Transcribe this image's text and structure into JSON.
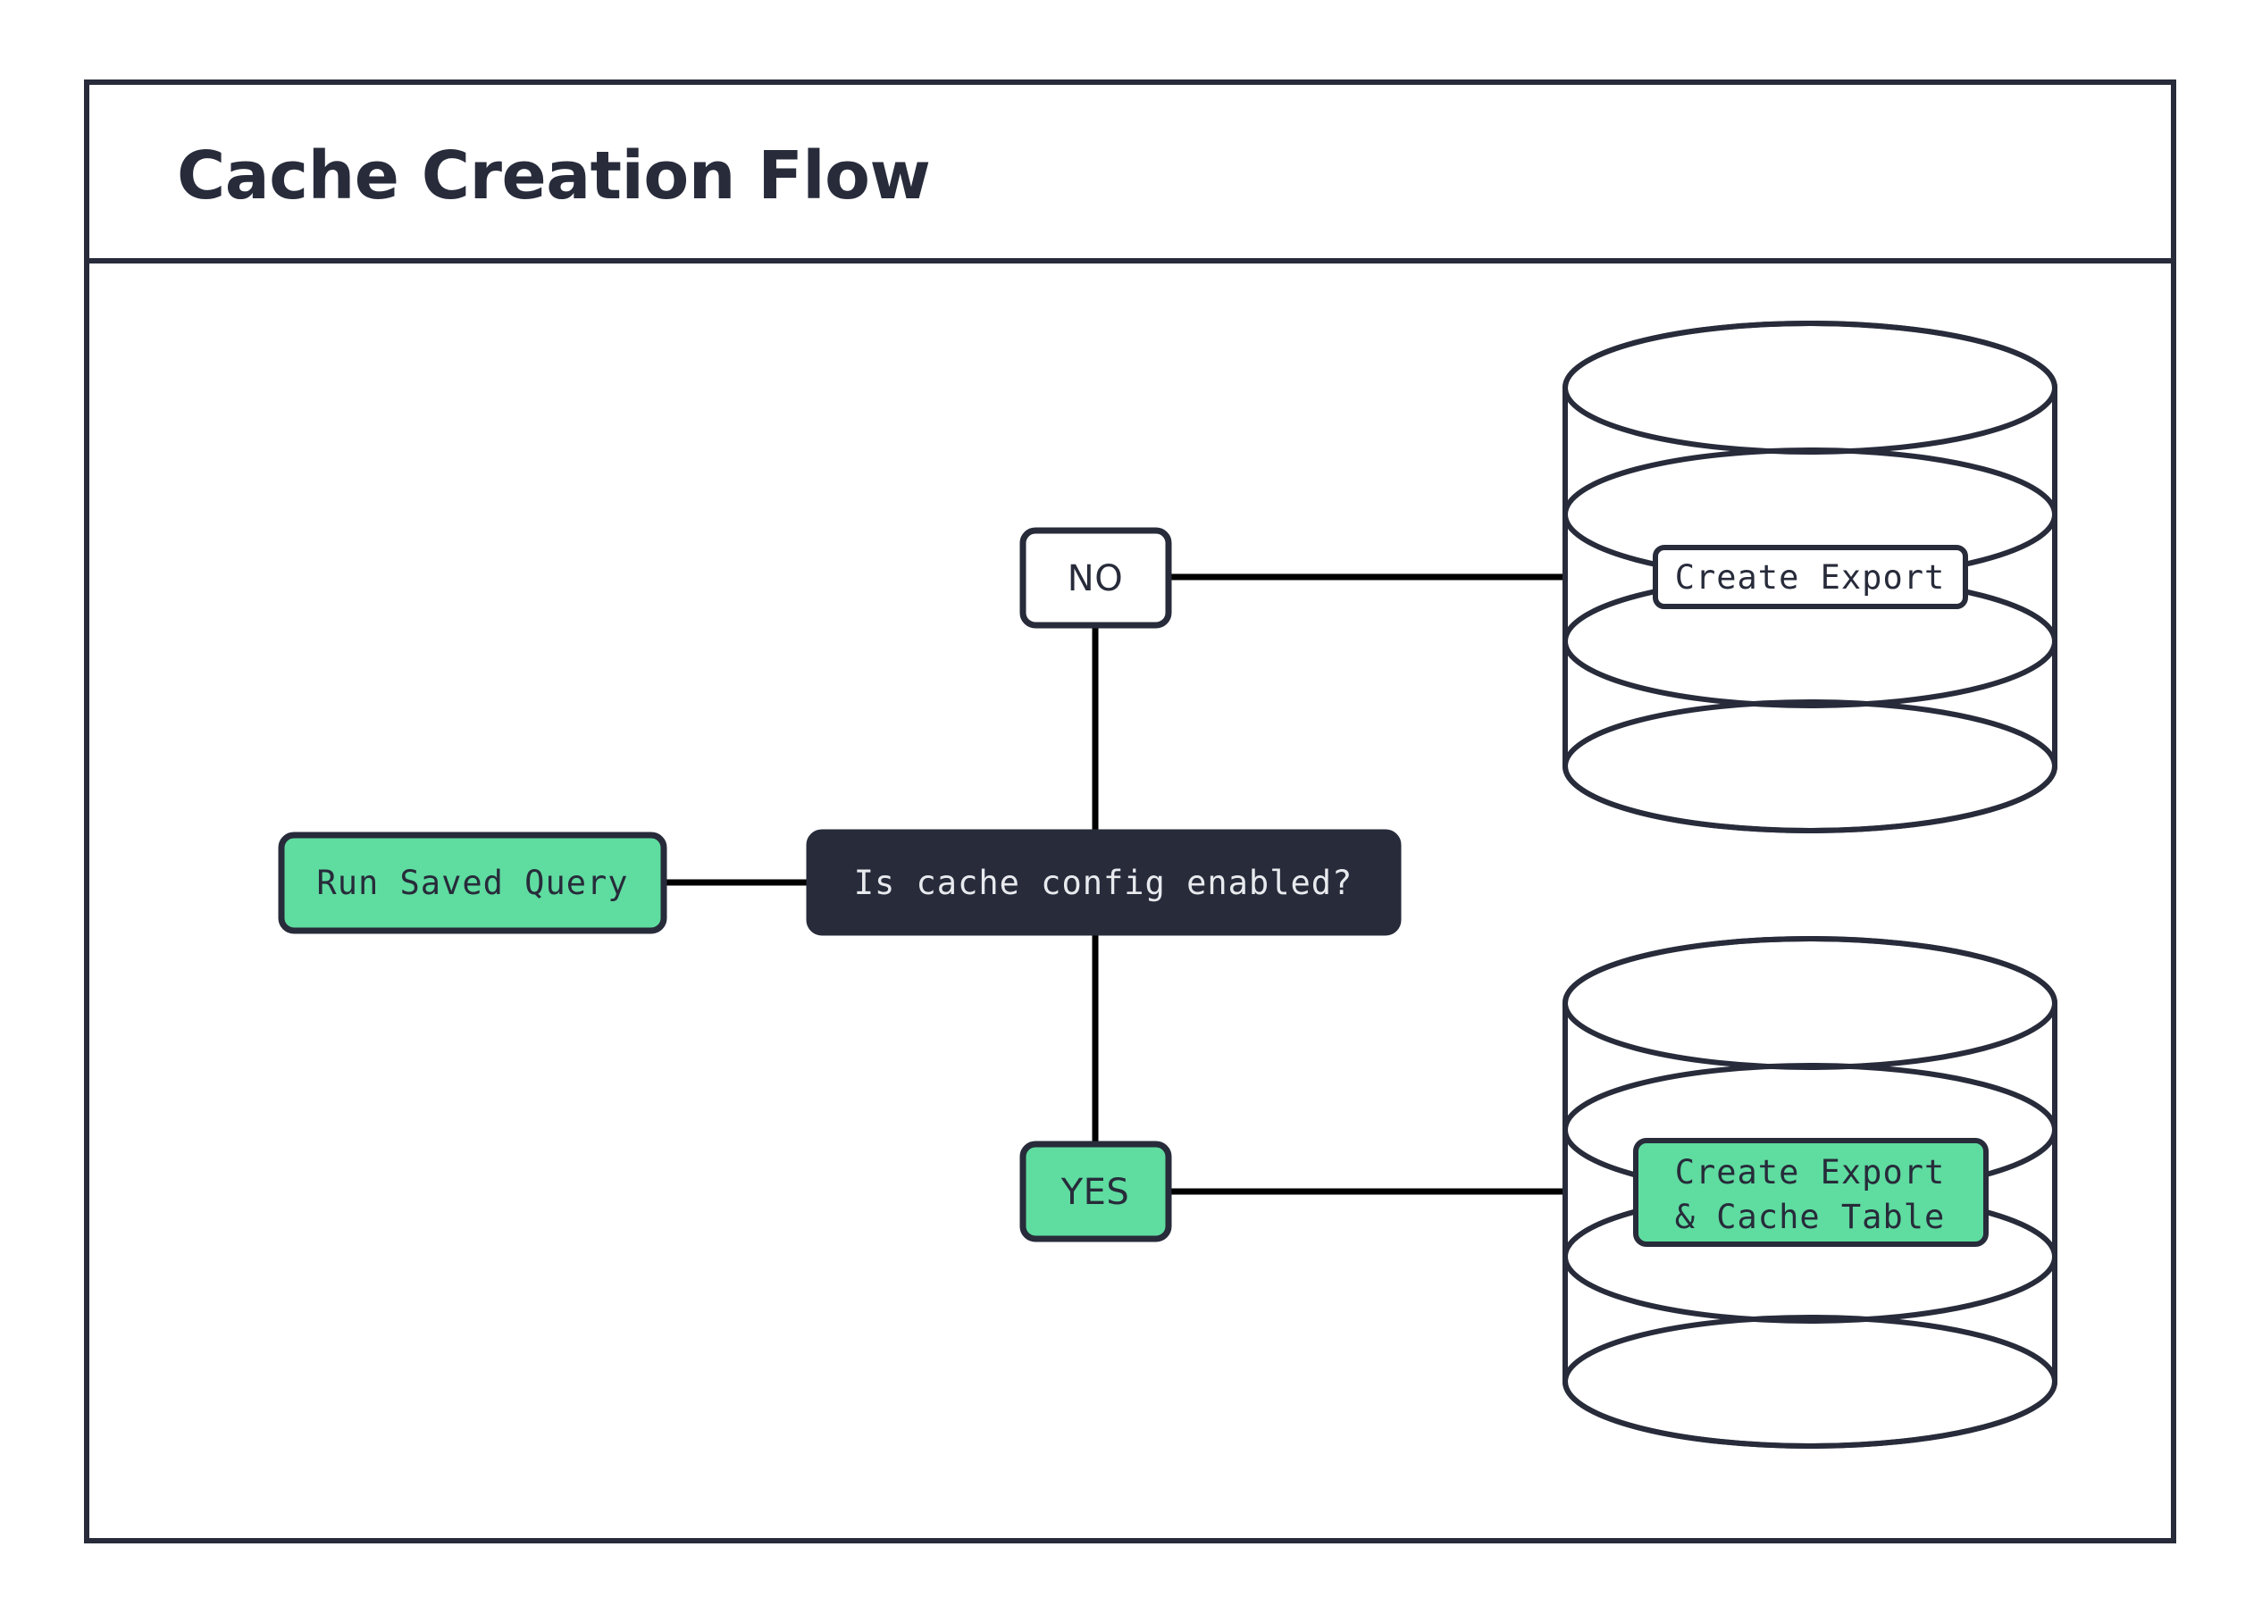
{
  "diagram": {
    "title": "Cache Creation Flow",
    "type": "flowchart",
    "direction": "left-to-right",
    "colors": {
      "accent_green": "#5FDCA0",
      "dark": "#272B3A",
      "light_text": "#E8EAEE",
      "background": "#FFFFFF",
      "edge": "#000000"
    },
    "nodes": [
      {
        "id": "run-saved-query",
        "label": "Run Saved Query",
        "shape": "rounded-rect",
        "fill": "green",
        "text_style": "monospace"
      },
      {
        "id": "cache-config-decision",
        "label": "Is cache config enabled?",
        "shape": "rounded-rect",
        "fill": "dark",
        "text_style": "monospace"
      },
      {
        "id": "branch-no",
        "label": "NO",
        "shape": "rounded-rect",
        "fill": "white",
        "text_style": "sans"
      },
      {
        "id": "branch-yes",
        "label": "YES",
        "shape": "rounded-rect",
        "fill": "green",
        "text_style": "sans"
      },
      {
        "id": "create-export-db",
        "label": "Create Export",
        "shape": "database-cylinder",
        "fill": "white",
        "label_fill": "white",
        "text_style": "monospace"
      },
      {
        "id": "create-export-cache-db",
        "label_line1": "Create Export",
        "label_line2": "& Cache Table",
        "shape": "database-cylinder",
        "fill": "white",
        "label_fill": "green",
        "text_style": "monospace"
      }
    ],
    "edges": [
      {
        "from": "run-saved-query",
        "to": "cache-config-decision",
        "label": ""
      },
      {
        "from": "cache-config-decision",
        "to": "branch-no",
        "label": ""
      },
      {
        "from": "cache-config-decision",
        "to": "branch-yes",
        "label": ""
      },
      {
        "from": "branch-no",
        "to": "create-export-db",
        "label": ""
      },
      {
        "from": "branch-yes",
        "to": "create-export-cache-db",
        "label": ""
      }
    ]
  }
}
